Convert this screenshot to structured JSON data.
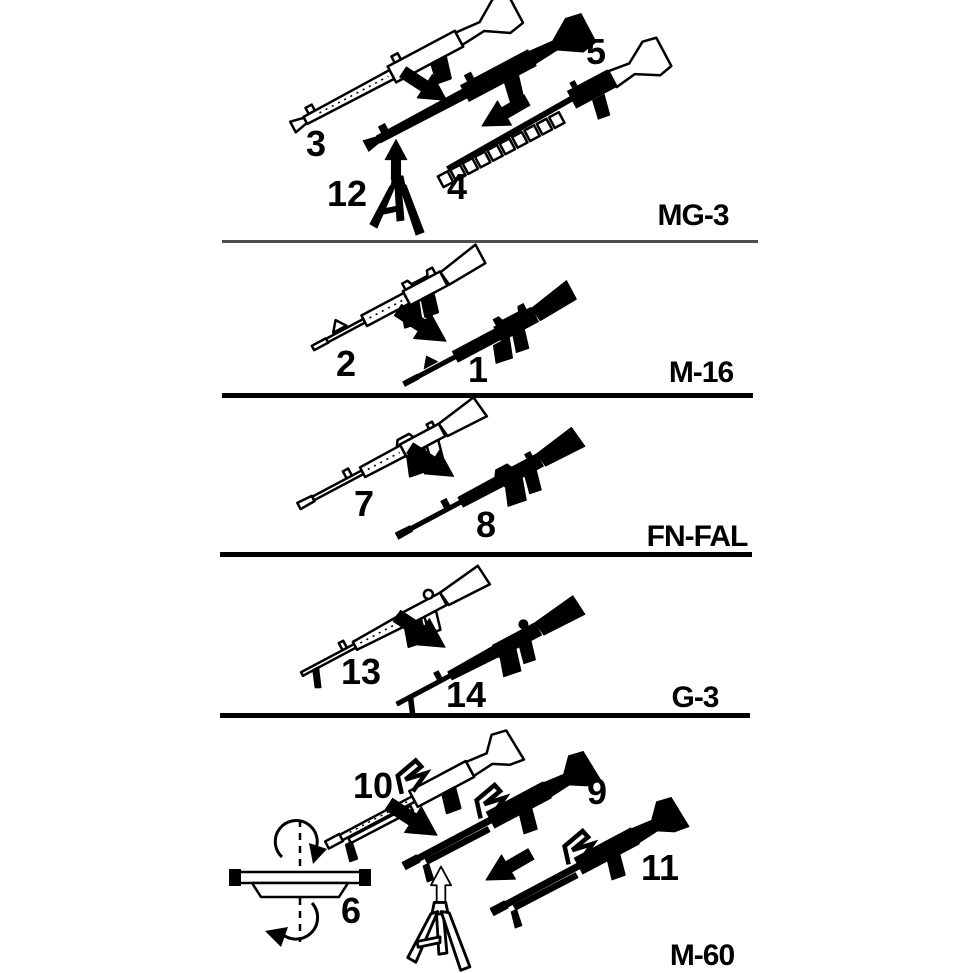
{
  "colors": {
    "ink": "#000000",
    "paper": "#ffffff",
    "divider_gray": "#4d4d4d"
  },
  "sections": [
    {
      "label": "MG-3",
      "items": [
        {
          "num": "3",
          "style": "outline",
          "depicts": "machine gun"
        },
        {
          "num": "5",
          "style": "silhouette",
          "depicts": "machine gun"
        },
        {
          "num": "4",
          "style": "belt-fed",
          "depicts": "machine gun with ammo belt"
        },
        {
          "num": "12",
          "style": "solid",
          "depicts": "tripod"
        }
      ]
    },
    {
      "label": "M-16",
      "items": [
        {
          "num": "2",
          "style": "outline",
          "depicts": "rifle"
        },
        {
          "num": "1",
          "style": "silhouette",
          "depicts": "rifle"
        }
      ]
    },
    {
      "label": "FN-FAL",
      "items": [
        {
          "num": "7",
          "style": "outline",
          "depicts": "rifle"
        },
        {
          "num": "8",
          "style": "silhouette",
          "depicts": "rifle"
        }
      ]
    },
    {
      "label": "G-3",
      "items": [
        {
          "num": "13",
          "style": "outline",
          "depicts": "rifle"
        },
        {
          "num": "14",
          "style": "silhouette",
          "depicts": "rifle"
        }
      ]
    },
    {
      "label": "M-60",
      "items": [
        {
          "num": "10",
          "style": "outline",
          "depicts": "machine gun"
        },
        {
          "num": "9",
          "style": "silhouette",
          "depicts": "machine gun"
        },
        {
          "num": "11",
          "style": "silhouette",
          "depicts": "machine gun"
        },
        {
          "num": "6",
          "style": "outline",
          "depicts": "rotating base with axis arrows"
        }
      ]
    }
  ]
}
